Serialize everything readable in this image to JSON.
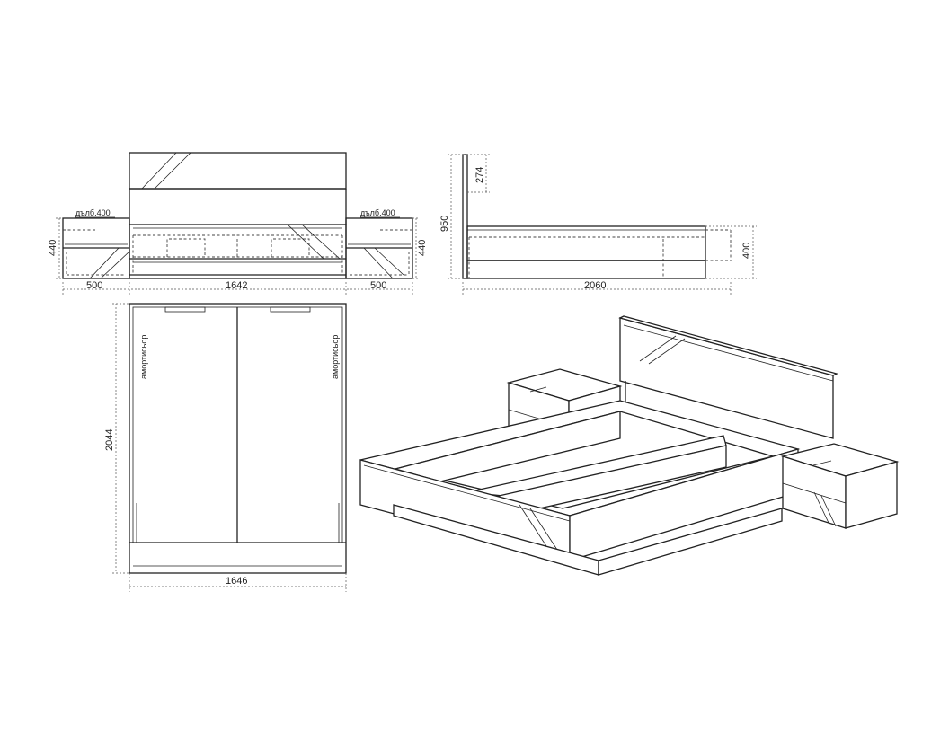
{
  "dimensions": {
    "front_height_left": "440",
    "front_height_right": "440",
    "nightstand_width_left": "500",
    "bed_width": "1642",
    "nightstand_width_right": "500",
    "nightstand_depth_left": "дълб.400",
    "nightstand_depth_right": "дълб.400",
    "headboard_top": "274",
    "total_height": "950",
    "side_height": "400",
    "bed_length": "2060",
    "plan_length": "2044",
    "plan_width": "1646"
  },
  "notes": {
    "damper_left": "амортисьор",
    "damper_right": "амортисьор"
  }
}
